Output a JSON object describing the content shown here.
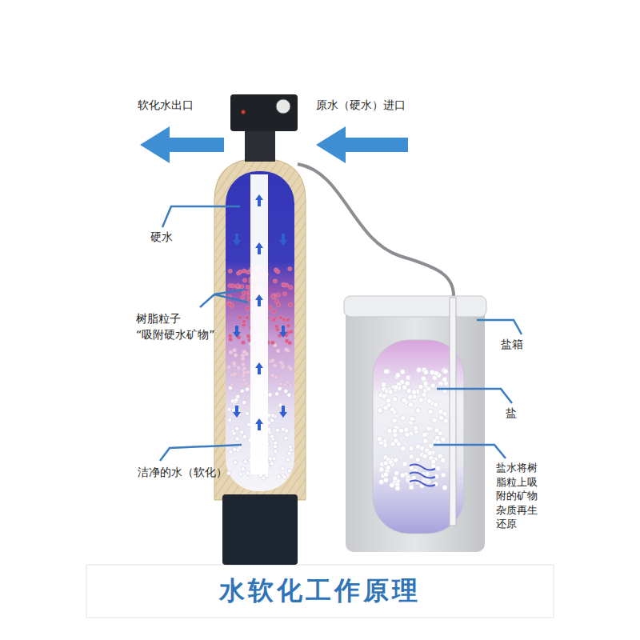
{
  "diagram": {
    "title": "水软化工作原理",
    "labels": [
      "软化水出口",
      "原水（硬水）进口",
      "硬水",
      "树脂粒子 “吸附硬水矿物”",
      "洁净的水（软化）",
      "盐箱",
      "盐",
      "盐水将树脂粒上吸附的矿物杂质再生还原"
    ]
  }
}
